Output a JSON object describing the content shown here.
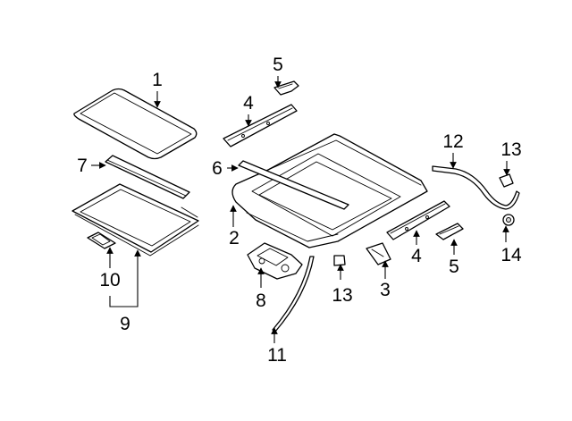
{
  "callouts": {
    "part_1": "1",
    "part_2": "2",
    "part_3": "3",
    "part_4_upper": "4",
    "part_4_lower": "4",
    "part_5_upper": "5",
    "part_5_lower": "5",
    "part_6": "6",
    "part_7": "7",
    "part_8": "8",
    "part_9": "9",
    "part_10": "10",
    "part_11": "11",
    "part_12": "12",
    "part_13_right": "13",
    "part_13_center": "13",
    "part_14": "14"
  },
  "colors": {
    "line": "#000000",
    "background": "#ffffff"
  }
}
